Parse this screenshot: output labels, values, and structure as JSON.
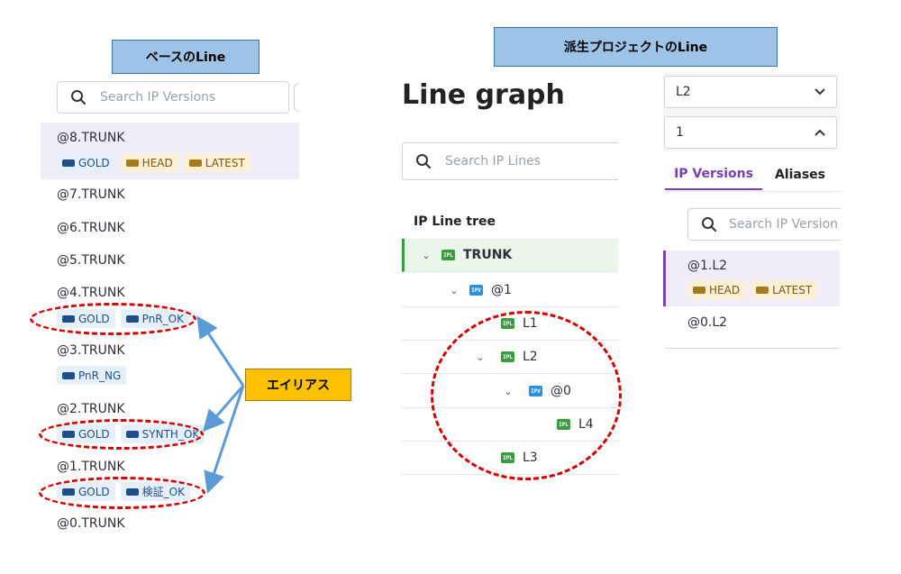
{
  "callouts": {
    "base_line": "ベースのLine",
    "derived_line": "派生プロジェクトのLine",
    "aliases": "エイリアス"
  },
  "left": {
    "search_placeholder": "Search IP Versions",
    "versions": [
      {
        "label": "@8.TRUNK",
        "selected": true,
        "tags": [
          {
            "text": "GOLD",
            "color": "blue"
          },
          {
            "text": "HEAD",
            "color": "gold"
          },
          {
            "text": "LATEST",
            "color": "gold"
          }
        ]
      },
      {
        "label": "@7.TRUNK",
        "tags": []
      },
      {
        "label": "@6.TRUNK",
        "tags": []
      },
      {
        "label": "@5.TRUNK",
        "tags": []
      },
      {
        "label": "@4.TRUNK",
        "tags": [
          {
            "text": "GOLD",
            "color": "blue"
          },
          {
            "text": "PnR_OK",
            "color": "blue"
          }
        ]
      },
      {
        "label": "@3.TRUNK",
        "tags": [
          {
            "text": "PnR_NG",
            "color": "blue"
          }
        ]
      },
      {
        "label": "@2.TRUNK",
        "tags": [
          {
            "text": "GOLD",
            "color": "blue"
          },
          {
            "text": "SYNTH_OK",
            "color": "blue"
          }
        ]
      },
      {
        "label": "@1.TRUNK",
        "tags": [
          {
            "text": "GOLD",
            "color": "blue"
          },
          {
            "text": "検証_OK",
            "color": "blue"
          }
        ]
      },
      {
        "label": "@0.TRUNK",
        "tags": []
      }
    ]
  },
  "middle": {
    "title": "Line graph",
    "search_placeholder": "Search IP Lines",
    "tree_header": "IP Line tree",
    "tree": [
      {
        "type": "IPL",
        "label": "TRUNK",
        "bold": true,
        "selected": true,
        "indent": 0,
        "chevron": true
      },
      {
        "type": "IPV",
        "label": "@1",
        "indent": 1,
        "chevron": true
      },
      {
        "type": "IPL",
        "label": "L1",
        "indent": 2,
        "chevron": false
      },
      {
        "type": "IPL",
        "label": "L2",
        "indent": 2,
        "chevron": true
      },
      {
        "type": "IPV",
        "label": "@0",
        "indent": 3,
        "chevron": true
      },
      {
        "type": "IPL",
        "label": "L4",
        "indent": 4,
        "chevron": false
      },
      {
        "type": "IPL",
        "label": "L3",
        "indent": 2,
        "chevron": false
      }
    ]
  },
  "right": {
    "line_select": "L2",
    "version_select": "1",
    "tabs": [
      "IP Versions",
      "Aliases"
    ],
    "search_placeholder": "Search IP Versions",
    "versions": [
      {
        "label": "@1.L2",
        "selected": true,
        "tags": [
          {
            "text": "HEAD",
            "color": "gold"
          },
          {
            "text": "LATEST",
            "color": "gold"
          }
        ]
      },
      {
        "label": "@0.L2",
        "tags": []
      }
    ]
  },
  "colors": {
    "selected_bg": "#f1edf8",
    "selected_tree_bg": "#eaf6ea",
    "accent_purple": "#7b3fb5",
    "annotation_red": "#d40000",
    "arrow_blue": "#5b9bd5"
  }
}
